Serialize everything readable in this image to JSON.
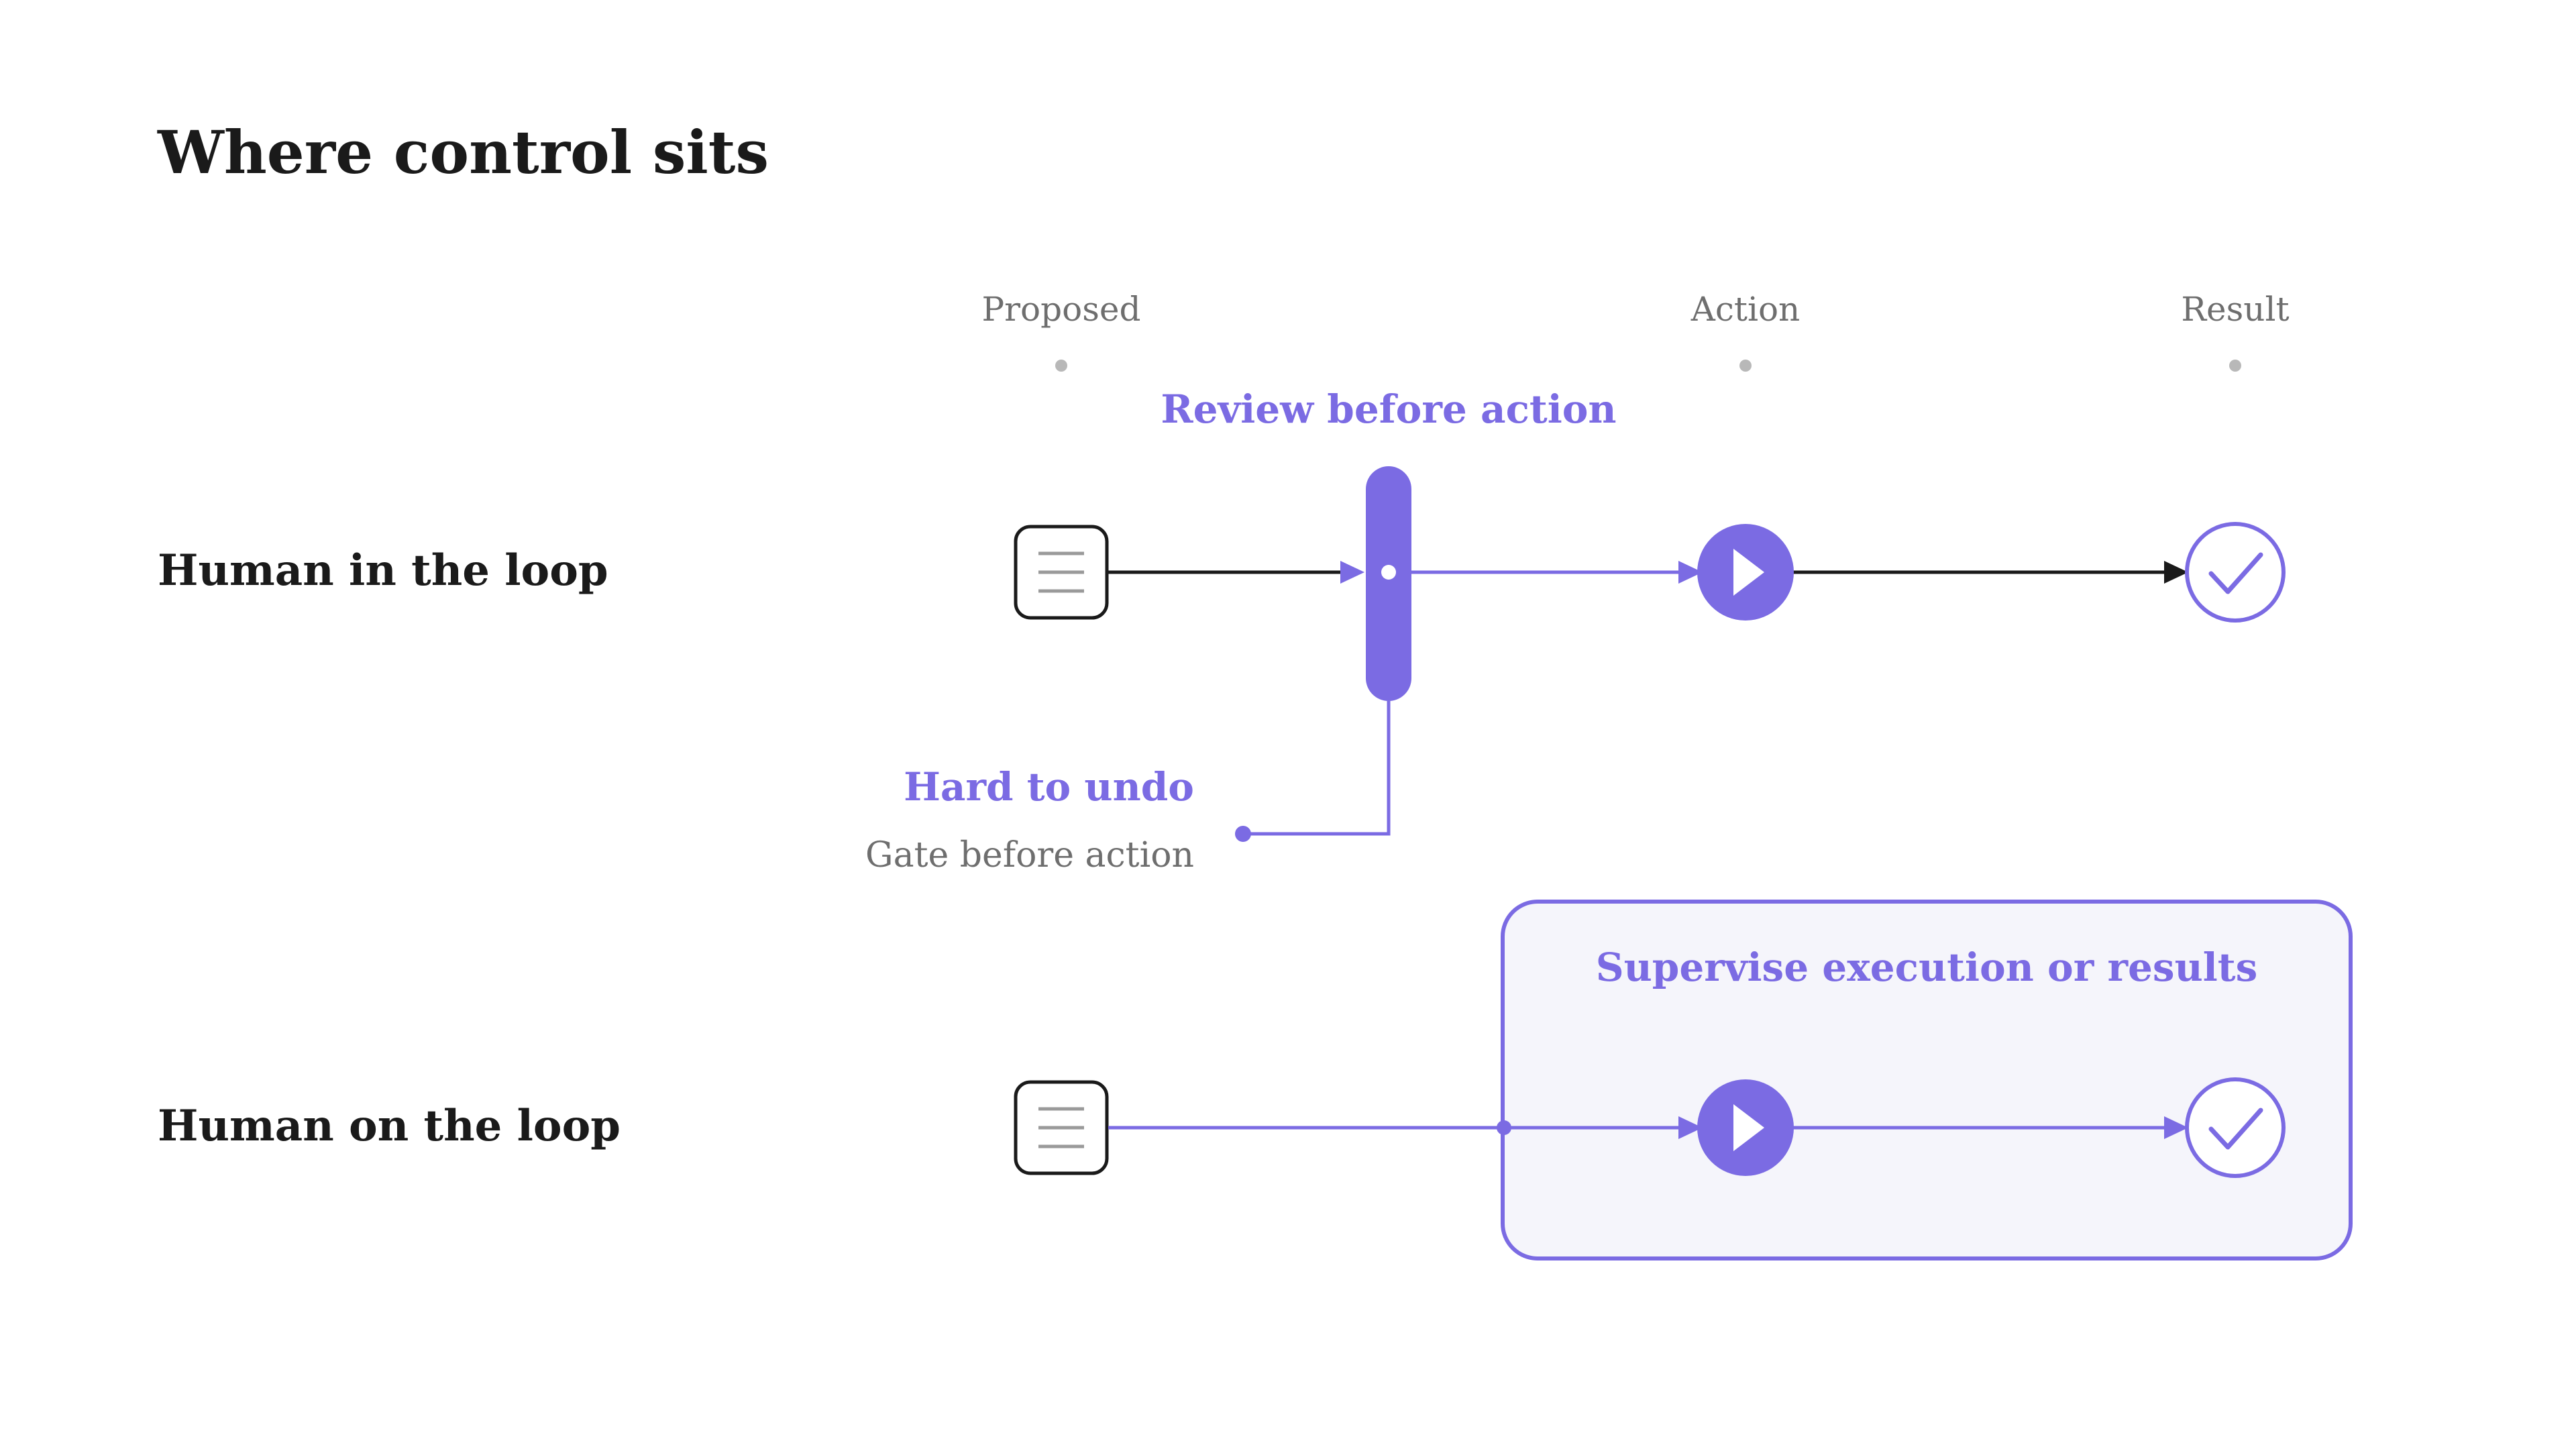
{
  "title": "Where control sits",
  "columns": [
    "Proposed",
    "Action",
    "Result"
  ],
  "rows": [
    {
      "label": "Human in the loop",
      "checkpoint_label": "Review before action",
      "note_title": "Hard to undo",
      "note_sub": "Gate before action"
    },
    {
      "label": "Human on the loop",
      "box_label": "Supervise execution or results"
    }
  ],
  "icons": {
    "proposed": "document-lines-icon",
    "action": "play-icon",
    "result": "check-circle-icon"
  },
  "colors": {
    "accent": "#7B6BE3",
    "text": "#1A1A1A",
    "muted": "#6E6E6E",
    "dot": "#B8B8B8",
    "box_fill": "#F5F5FB"
  }
}
